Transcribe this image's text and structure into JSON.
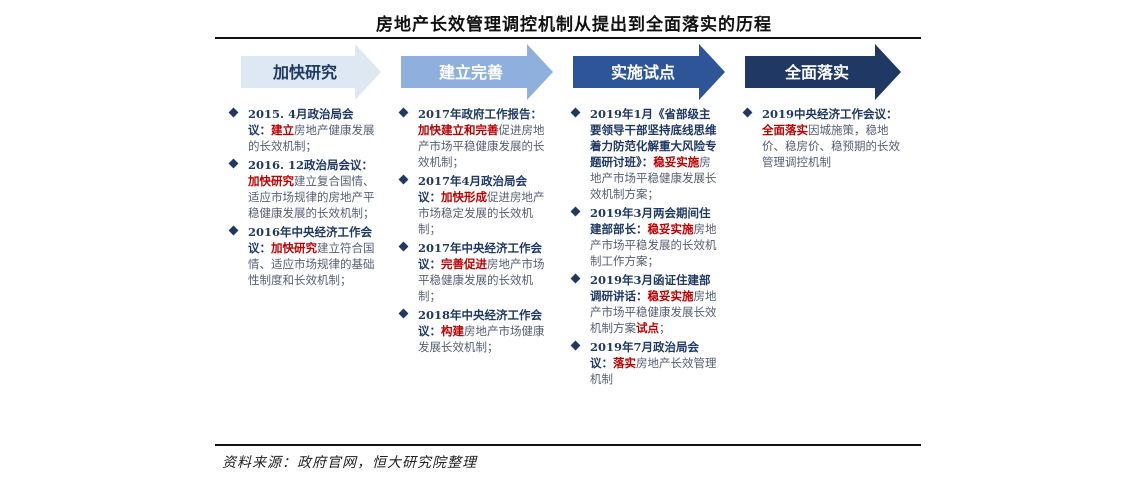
{
  "title": "房地产长效管理调控机制从提出到全面落实的历程",
  "stages": [
    {
      "label": "加快研究",
      "fill": "#dde8f3",
      "text_color": "#1f3864"
    },
    {
      "label": "建立完善",
      "fill": "#8fb0dc",
      "text_color": "#ffffff"
    },
    {
      "label": "实施试点",
      "fill": "#2e5597",
      "text_color": "#ffffff"
    },
    {
      "label": "全面落实",
      "fill": "#1f3864",
      "text_color": "#ffffff"
    }
  ],
  "columns": [
    {
      "items": [
        {
          "lead": "2015. 4月政治局会议：",
          "hl": "建立",
          "rest": "房地产健康发展的长效机制；"
        },
        {
          "lead": "2016. 12政治局会议：",
          "hl": "加快研究",
          "rest": "建立复合国情、适应市场规律的房地产平稳健康发展的长效机制；"
        },
        {
          "lead": "2016年中央经济工作会议：",
          "hl": "加快研究",
          "rest": "建立符合国情、适应市场规律的基础性制度和长效机制；"
        }
      ]
    },
    {
      "items": [
        {
          "lead": "2017年政府工作报告：",
          "hl": "加快建立和完善",
          "rest": "促进房地产市场平稳健康发展的长效机制；"
        },
        {
          "lead": "2017年4月政治局会议：",
          "hl": "加快形成",
          "rest": "促进房地产市场稳定发展的长效机制；"
        },
        {
          "lead": "2017年中央经济工作会议：",
          "hl": "完善促进",
          "rest": "房地产市场平稳健康发展的长效机制；"
        },
        {
          "lead": "2018年中央经济工作会议：",
          "hl": "构建",
          "rest": "房地产市场健康发展长效机制；"
        }
      ]
    },
    {
      "items": [
        {
          "lead": "2019年1月《省部级主要领导干部坚持底线思维着力防范化解重大风险专题研讨班》：",
          "hl": "稳妥实施",
          "rest": "房地产市场平稳健康发展长效机制方案；"
        },
        {
          "lead": "2019年3月两会期间住建部部长：",
          "hl": "稳妥实施",
          "rest": "房地产市场平稳发展的长效机制工作方案；"
        },
        {
          "lead": "2019年3月函证住建部调研讲话：",
          "hl": "稳妥实施",
          "rest": "房地产市场平稳健康发展长效机制方案",
          "hl2": "试点",
          "rest2": "；"
        },
        {
          "lead": "2019年7月政治局会议：",
          "hl": "落实",
          "rest": "房地产长效管理机制"
        }
      ]
    },
    {
      "items": [
        {
          "lead": "2019中央经济工作会议：",
          "hl": "全面落实",
          "rest": "因城施策，稳地价、稳房价、稳预期的长效管理调控机制"
        }
      ]
    }
  ],
  "source": "资料来源：政府官网，恒大研究院整理"
}
